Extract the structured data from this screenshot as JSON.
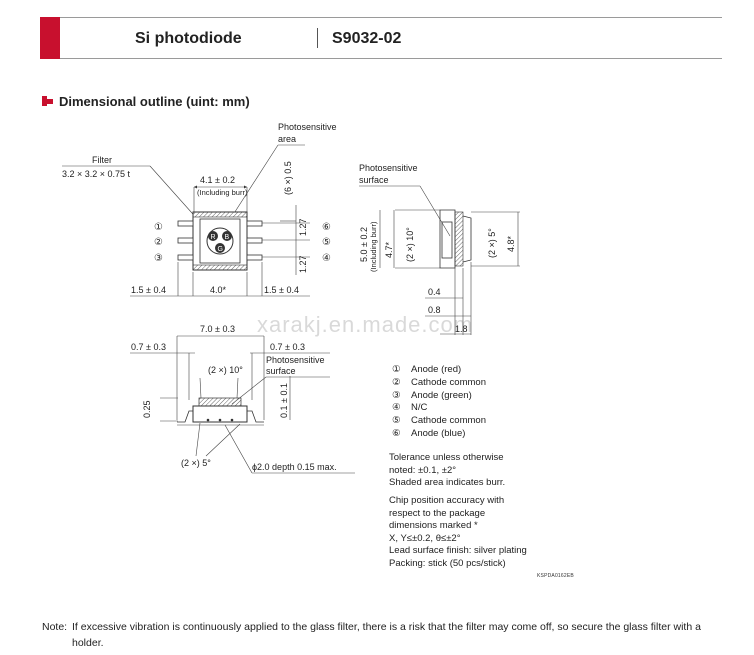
{
  "header": {
    "product_name": "Si photodiode",
    "part_number": "S9032-02"
  },
  "section": {
    "title": "Dimensional outline (uint: mm)"
  },
  "top_view": {
    "filter_label": "Filter",
    "filter_size": "3.2 × 3.2 × 0.75 t",
    "photosensitive_area_line1": "Photosensitive",
    "photosensitive_area_line2": "area",
    "width_dim": "4.1 ± 0.2",
    "including_burr": "(Including burr)",
    "dim_6x05": "(6 ×) 0.5",
    "pitch_upper": "1.27",
    "pitch_lower": "1.27",
    "lead_left": "1.5 ± 0.4",
    "body_width": "4.0*",
    "lead_right": "1.5 ± 0.4",
    "chip_letters": [
      "R",
      "B",
      "G"
    ],
    "pins_left": [
      "①",
      "②",
      "③"
    ],
    "pins_right": [
      "⑥",
      "⑤",
      "④"
    ]
  },
  "side_view_right": {
    "photosensitive_surface_line1": "Photosensitive",
    "photosensitive_surface_line2": "surface",
    "height_dim": "5.0 ± 0.2",
    "including_burr": "(Including burr)",
    "height_47": "4.7*",
    "angle_10": "(2 ×) 10°",
    "angle_5": "(2 ×) 5°",
    "height_48": "4.8*",
    "dim_04": "0.4",
    "dim_08": "0.8",
    "dim_18": "1.8"
  },
  "side_view_bottom": {
    "overall_width": "7.0 ± 0.3",
    "lead_left": "0.7 ± 0.3",
    "lead_right": "0.7 ± 0.3",
    "photosensitive_surface_line1": "Photosensitive",
    "photosensitive_surface_line2": "surface",
    "angle_10": "(2 ×) 10°",
    "dim_025": "0.25",
    "dim_01": "0.1 ± 0.1",
    "angle_5": "(2 ×) 5°",
    "depth_note": "ϕ2.0 depth 0.15 max."
  },
  "pin_legend": [
    {
      "num": "①",
      "label": "Anode (red)"
    },
    {
      "num": "②",
      "label": "Cathode common"
    },
    {
      "num": "③",
      "label": "Anode (green)"
    },
    {
      "num": "④",
      "label": "N/C"
    },
    {
      "num": "⑤",
      "label": "Cathode common"
    },
    {
      "num": "⑥",
      "label": "Anode (blue)"
    }
  ],
  "notes_block": {
    "tolerance_1": "Tolerance unless otherwise",
    "tolerance_2": "noted: ±0.1, ±2°",
    "shaded": "Shaded area indicates burr.",
    "chip_1": "Chip position accuracy with",
    "chip_2": "respect to the package",
    "chip_3": "dimensions marked *",
    "chip_4": "X, Y≤±0.2, θ≤±2°",
    "finish": "Lead surface finish: silver plating",
    "packing": "Packing: stick (50 pcs/stick)"
  },
  "doc_code": "KSPDA0162EB",
  "watermark": "xarakj.en.made.com",
  "footer": {
    "note_label": "Note:",
    "note_text": "If excessive vibration is continuously applied to the glass filter, there is a risk that the filter may come off, so secure the glass filter with a holder."
  },
  "colors": {
    "accent_red": "#c8102e",
    "rule_gray": "#9a9a9a",
    "text": "#222222"
  }
}
